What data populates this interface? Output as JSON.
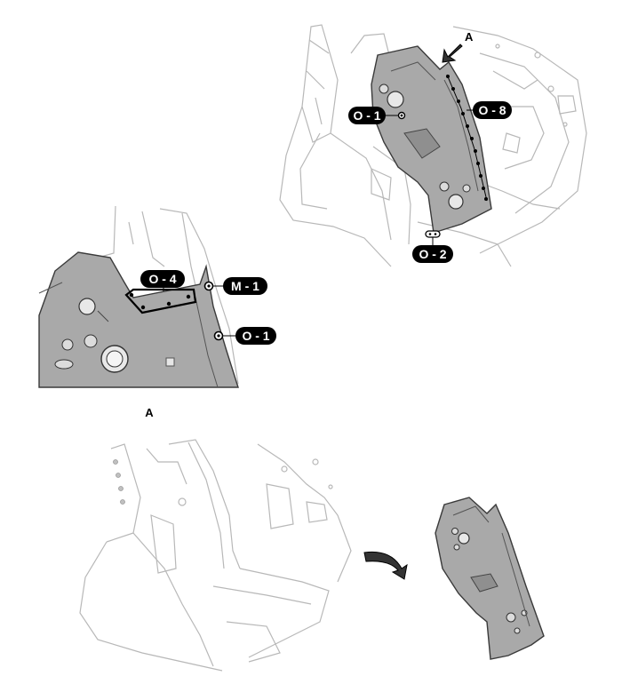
{
  "callouts": {
    "top_o1": "O - 1",
    "top_o8": "O - 8",
    "top_o2": "O - 2",
    "top_arrow": "A",
    "detail_o4": "O - 4",
    "detail_m1": "M - 1",
    "detail_o1": "O - 1"
  },
  "view_label": "A",
  "colors": {
    "panel_fill": "#a9a9a9",
    "body_line": "#b8b8b8",
    "callout_bg": "#000000",
    "callout_text": "#ffffff",
    "arrow_fill": "#333333"
  }
}
